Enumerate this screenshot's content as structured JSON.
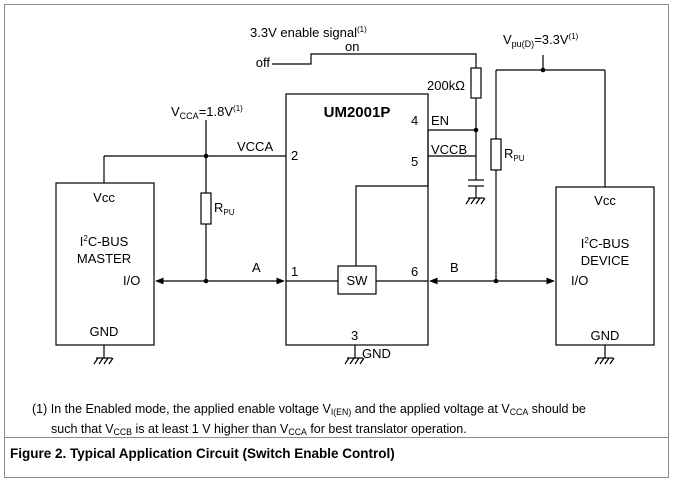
{
  "signals": {
    "enable_signal": "3.3V enable signal",
    "enable_signal_note": "(1)",
    "on": "on",
    "off": "off",
    "vcca_supply": {
      "main": "V",
      "sub": "CCA",
      "rest": "=1.8V",
      "note": "(1)"
    },
    "vpu_supply": {
      "main": "V",
      "sub": "pu(D)",
      "rest": "=3.3V",
      "note": "(1)"
    }
  },
  "chip": {
    "name": "UM2001P",
    "pins": [
      {
        "num": "1",
        "label": ""
      },
      {
        "num": "2",
        "label": "VCCA"
      },
      {
        "num": "3",
        "label": "GND"
      },
      {
        "num": "4",
        "label": "EN"
      },
      {
        "num": "5",
        "label": "VCCB"
      },
      {
        "num": "6",
        "label": ""
      }
    ],
    "switch_label": "SW"
  },
  "components": {
    "resistor_en": "200kΩ",
    "rpu": {
      "main": "R",
      "sub": "PU"
    }
  },
  "master": {
    "vcc": "Vcc",
    "line1_pre": "I",
    "line1_sup": "2",
    "line1_post": "C-BUS",
    "line2": "MASTER",
    "io": "I/O",
    "gnd": "GND"
  },
  "device": {
    "vcc": "Vcc",
    "line1_pre": "I",
    "line1_sup": "2",
    "line1_post": "C-BUS",
    "line2": "DEVICE",
    "io": "I/O",
    "gnd": "GND"
  },
  "bus": {
    "a": "A",
    "b": "B"
  },
  "note": {
    "n1": "(1) In the Enabled mode, the applied enable voltage V",
    "n1_sub": "I(EN)",
    "n2": " and the applied voltage at V",
    "n2_sub": "CCA",
    "n3": " should be",
    "n4": "such that V",
    "n4_sub": "CCB",
    "n5": " is at least 1 V higher than V",
    "n5_sub": "CCA",
    "n6": " for best translator operation."
  },
  "caption": "Figure 2. Typical Application Circuit (Switch Enable Control)"
}
